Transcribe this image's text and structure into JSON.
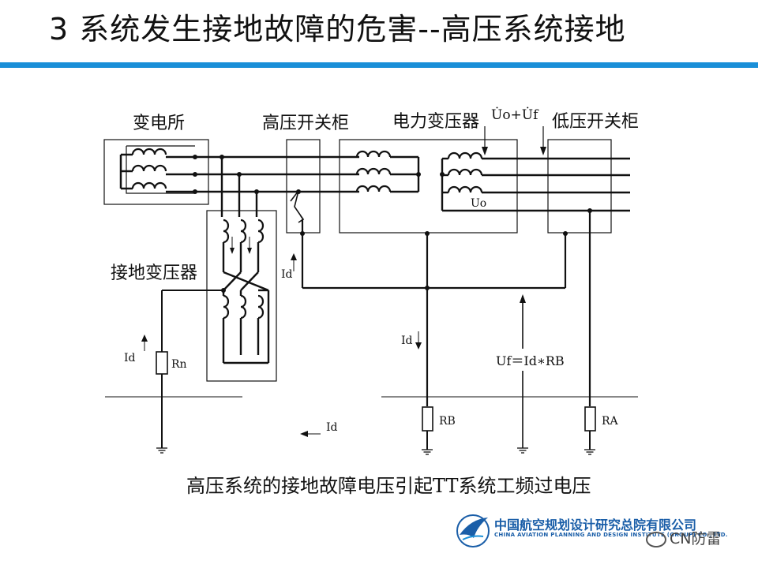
{
  "title": "3 系统发生接地故障的危害--高压系统接地",
  "colors": {
    "accent_bar": "#1a8fd8",
    "logo_blue": "#1a5ea8"
  },
  "diagram": {
    "labels": {
      "substation": "变电所",
      "hv_switchgear": "高压开关柜",
      "power_transformer": "电力变压器",
      "lv_switchgear": "低压开关柜",
      "grounding_transformer": "接地变压器",
      "voltage_sum": "U̇o+U̇f",
      "uo": "Uo",
      "id_left": "Id",
      "rn": "Rn",
      "id_hv": "Id",
      "id_mid": "Id",
      "id_bottom": "Id",
      "rb": "RB",
      "ra": "RA",
      "formula": "Uf＝Id∗RB"
    }
  },
  "caption": "高压系统的接地故障电压引起TT系统工频过电压",
  "logo": {
    "icon": "aviation-wing-logo-icon",
    "cn": "中国航空规划设计研究总院有限公司",
    "en": "CHINA AVIATION PLANNING AND DESIGN INSTITUTE (GROUP) CO., LTD."
  },
  "watermark": {
    "icon": "wechat-icon",
    "text": "CN防雷"
  }
}
